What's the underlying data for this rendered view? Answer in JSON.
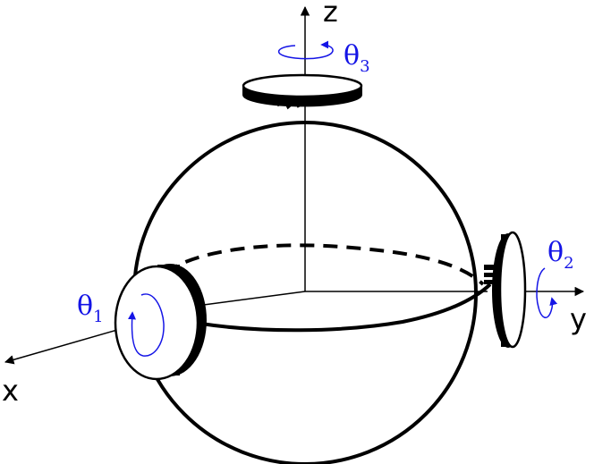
{
  "axes": {
    "x": "x",
    "y": "y",
    "z": "z"
  },
  "rotations": {
    "theta1": {
      "symbol": "θ",
      "subscript": "1"
    },
    "theta2": {
      "symbol": "θ",
      "subscript": "2"
    },
    "theta3": {
      "symbol": "θ",
      "subscript": "3"
    }
  },
  "colors": {
    "stroke": "#000000",
    "accent": "#1414e6",
    "fill": "#ffffff"
  },
  "icons": [
    "sphere",
    "reaction-wheel",
    "rotation-arrow",
    "axis-arrow"
  ]
}
